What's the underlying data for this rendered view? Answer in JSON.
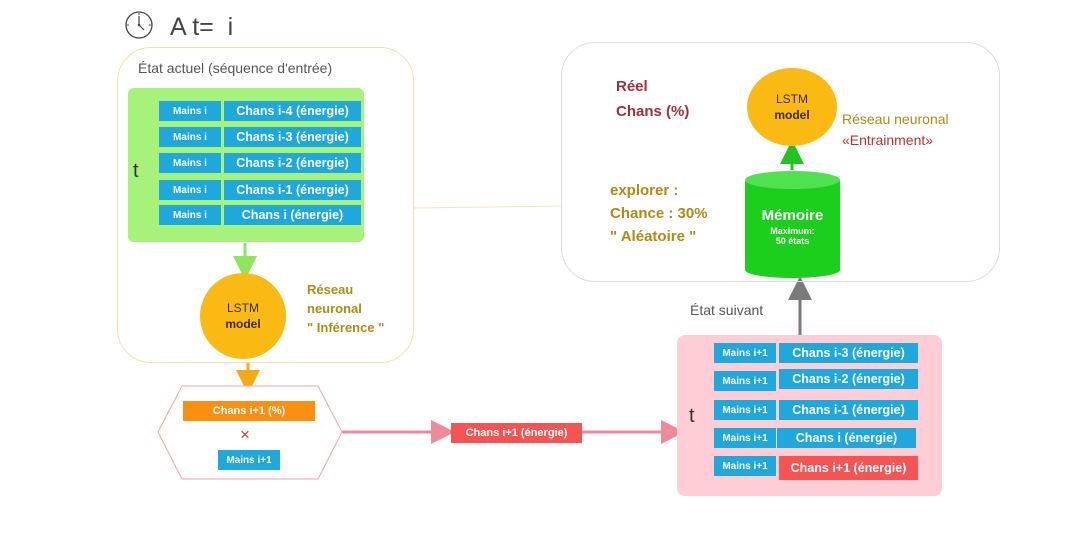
{
  "header": {
    "title": "A t=  i",
    "icon": "clock-icon"
  },
  "current_state": {
    "title": "État actuel (séquence d'entrée)",
    "axis_label": "t",
    "rows": [
      {
        "left": "Mains i",
        "right": "Chans i-4 (énergie)"
      },
      {
        "left": "Mains i",
        "right": "Chans i-3 (énergie)"
      },
      {
        "left": "Mains i",
        "right": "Chans i-2 (énergie)"
      },
      {
        "left": "Mains i",
        "right": "Chans i-1 (énergie)"
      },
      {
        "left": "Mains i",
        "right": "Chans i (énergie)"
      }
    ],
    "lstm": {
      "line1": "LSTM",
      "line2": "model"
    },
    "network_label": [
      "Réseau",
      "neuronal",
      "\" Inférence \""
    ]
  },
  "output": {
    "top": "Chans i+1 (%)",
    "operator": "×",
    "bottom": "Mains i+1",
    "result": "Chans i+1 (énergie)"
  },
  "next_state": {
    "title": "État suivant",
    "axis_label": "t",
    "rows": [
      {
        "left": "Mains i+1",
        "right": "Chans i-3 (énergie)"
      },
      {
        "left": "Mains i+1",
        "right": "Chans i-2 (énergie)"
      },
      {
        "left": "Mains i+1",
        "right": "Chans i-1 (énergie)"
      },
      {
        "left": "Mains i+1",
        "right": "Chans i (énergie)"
      },
      {
        "left": "Mains i+1",
        "right": "Chans i+1 (énergie)"
      }
    ]
  },
  "training": {
    "real_line1": "Réel",
    "real_line2": "Chans (%)",
    "lstm": {
      "line1": "LSTM",
      "line2": "model"
    },
    "network_line1": "Réseau neuronal",
    "network_line2": "«Entrainment»",
    "explore_line1": "explorer :",
    "explore_line2": "Chance : 30%",
    "explore_line3": "\" Aléatoire \"",
    "memory": {
      "title": "Mémoire",
      "line1": "Maximum:",
      "line2": "50 états"
    }
  },
  "colors": {
    "cell_blue": "#1ea8dc",
    "input_green": "#a6f27a",
    "lstm_orange": "#fbb913",
    "memory_green": "#1ccf1c",
    "next_pink": "#ffcdd6",
    "result_red": "#f65353",
    "output_orange": "#fa8f12"
  }
}
